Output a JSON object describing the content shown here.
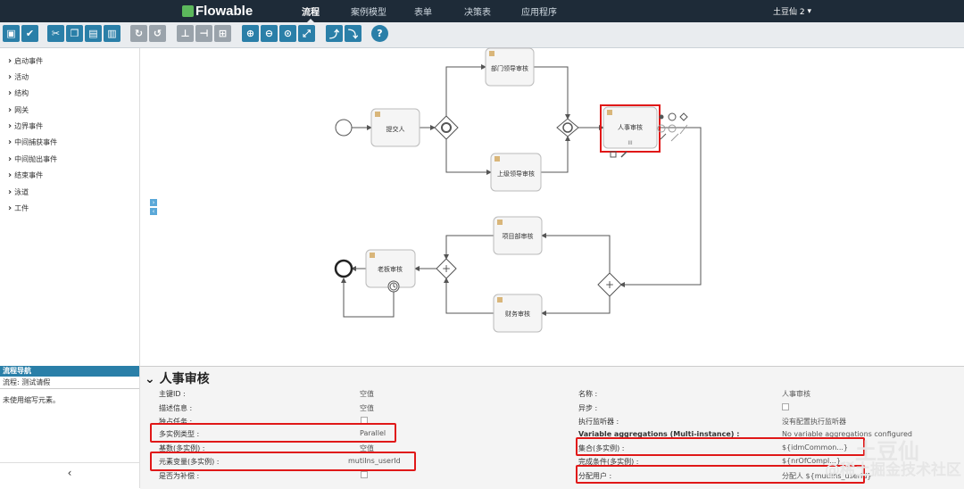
{
  "brand": {
    "name": "Flowable"
  },
  "nav": [
    {
      "label": "流程",
      "active": true
    },
    {
      "label": "案例模型",
      "active": false
    },
    {
      "label": "表单",
      "active": false
    },
    {
      "label": "决策表",
      "active": false
    },
    {
      "label": "应用程序",
      "active": false
    }
  ],
  "user": {
    "name": "土豆仙 2"
  },
  "toolbar": {
    "icons": [
      "save-icon",
      "validate-icon",
      "cut-icon",
      "copy-icon",
      "paste-icon",
      "delete-icon",
      "undo-icon",
      "redo-icon",
      "align-horizontal-icon",
      "align-vertical-icon",
      "same-size-icon",
      "zoom-in-icon",
      "zoom-out-icon",
      "zoom-actual-icon",
      "zoom-fit-icon",
      "bend-add-icon",
      "bend-remove-icon",
      "help-icon"
    ]
  },
  "palette": {
    "items": [
      "启动事件",
      "活动",
      "结构",
      "网关",
      "边界事件",
      "中间捕获事件",
      "中间抛出事件",
      "结束事件",
      "泳道",
      "工件"
    ]
  },
  "navigator": {
    "title": "流程导航",
    "process": "流程: 测试请假",
    "empty": "未使用缩写元素。"
  },
  "diagram": {
    "tasks": {
      "submit": "提交人",
      "dept": "部门领导审核",
      "superior": "上级领导审核",
      "hr": "人事审核",
      "project": "项目部审核",
      "finance": "财务审核",
      "boss": "老板审核"
    },
    "multi_marker": "III"
  },
  "props": {
    "title": "人事审核",
    "left": [
      {
        "label": "主键ID :",
        "value": "空值"
      },
      {
        "label": "描述信息 :",
        "value": "空值"
      },
      {
        "label": "独占任务 :",
        "value": ""
      },
      {
        "label": "多实例类型 :",
        "value": "Parallel"
      },
      {
        "label": "基数(多实例) :",
        "value": "空值"
      },
      {
        "label": "元素变量(多实例) :",
        "value": "mutiIns_userId"
      },
      {
        "label": "是否为补偿 :",
        "value": ""
      }
    ],
    "right": [
      {
        "label": "名称 :",
        "value": "人事审核"
      },
      {
        "label": "异步 :",
        "value": ""
      },
      {
        "label": "执行监听器 :",
        "value": "没有配置执行监听器"
      },
      {
        "label": "Variable aggregations (Multi-instance) :",
        "value": "No variable aggregations configured"
      },
      {
        "label": "集合(多实例) :",
        "value": "${idmCommon...}"
      },
      {
        "label": "完成条件(多实例) :",
        "value": "${nrOfCompl...}"
      },
      {
        "label": "分配用户 :",
        "value": "分配人 ${mutiIns_userId}"
      }
    ]
  },
  "collapse_label": "‹",
  "watermark": {
    "line1": "土豆仙",
    "line2": "@稀土掘金技术社区"
  }
}
